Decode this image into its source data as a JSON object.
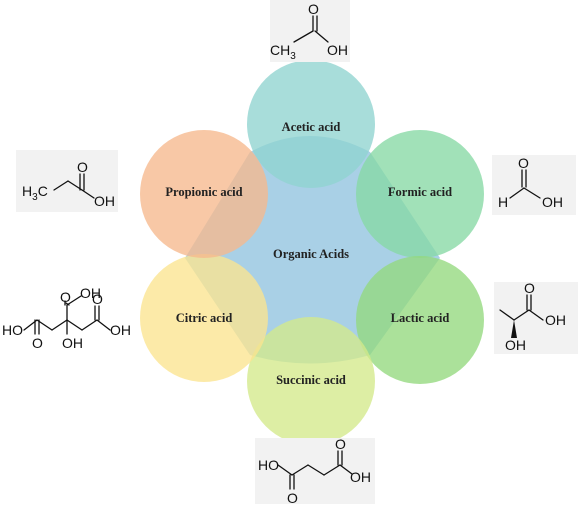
{
  "center": {
    "label": "Organic Acids",
    "color": "#a9d0e6"
  },
  "acids": [
    {
      "id": "acetic",
      "label": "Acetic acid",
      "color": "#8fd4cf"
    },
    {
      "id": "formic",
      "label": "Formic acid",
      "color": "#86d8a4"
    },
    {
      "id": "lactic",
      "label": "Lactic acid",
      "color": "#93d87e"
    },
    {
      "id": "succinic",
      "label": "Succinic acid",
      "color": "#d3e98b"
    },
    {
      "id": "citric",
      "label": "Citric acid",
      "color": "#fbe48f"
    },
    {
      "id": "propionic",
      "label": "Propionic acid",
      "color": "#f6b98d"
    }
  ],
  "structures": {
    "acetic": {
      "ch3": "CH",
      "ch3_sub": "3",
      "o": "O",
      "oh": "OH"
    },
    "formic": {
      "h": "H",
      "o": "O",
      "oh": "OH"
    },
    "lactic": {
      "o": "O",
      "oh": "OH",
      "oh2": "OH"
    },
    "succinic": {
      "ho": "HO",
      "o1": "O",
      "o2": "O",
      "oh": "OH"
    },
    "citric": {
      "ho1": "HO",
      "o1": "O",
      "oh_top": "OH",
      "o_top": "O",
      "o2": "O",
      "oh_right": "OH",
      "oh_mid": "OH"
    },
    "propionic": {
      "h": "H",
      "h_sub": "3",
      "c": "C",
      "o": "O",
      "oh": "OH"
    }
  }
}
